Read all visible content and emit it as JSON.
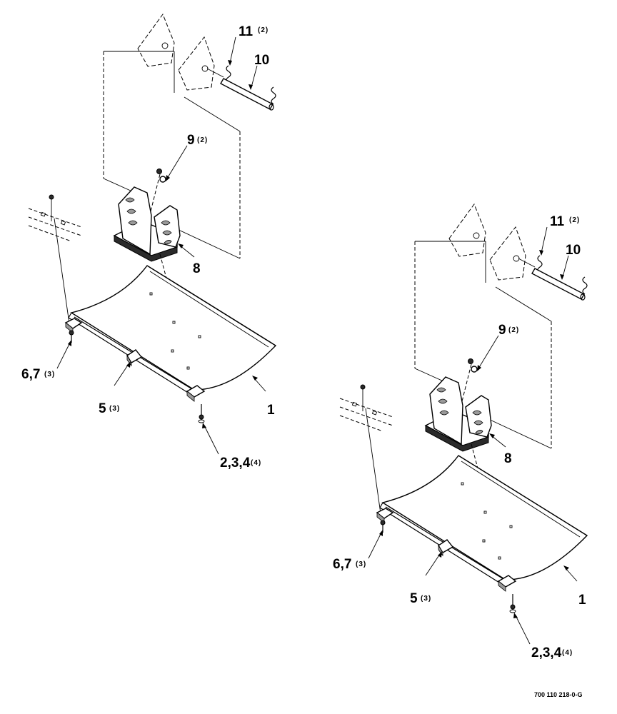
{
  "views": [
    {
      "callouts": {
        "c11": {
          "num": "11",
          "qty": "(2)"
        },
        "c10": {
          "num": "10",
          "qty": ""
        },
        "c9": {
          "num": "9",
          "qty": "(2)"
        },
        "c8": {
          "num": "8",
          "qty": ""
        },
        "c67": {
          "num": "6,7",
          "qty": "(3)"
        },
        "c5": {
          "num": "5",
          "qty": "(3)"
        },
        "c1": {
          "num": "1",
          "qty": ""
        },
        "c234": {
          "num": "2,3,4",
          "qty": "(4)"
        }
      }
    },
    {
      "callouts": {
        "c11": {
          "num": "11",
          "qty": "(2)"
        },
        "c10": {
          "num": "10",
          "qty": ""
        },
        "c9": {
          "num": "9",
          "qty": "(2)"
        },
        "c8": {
          "num": "8",
          "qty": ""
        },
        "c67": {
          "num": "6,7",
          "qty": "(3)"
        },
        "c5": {
          "num": "5",
          "qty": "(3)"
        },
        "c1": {
          "num": "1",
          "qty": ""
        },
        "c234": {
          "num": "2,3,4",
          "qty": "(4)"
        }
      }
    }
  ],
  "drawing_number": "700 110 218-0-G"
}
